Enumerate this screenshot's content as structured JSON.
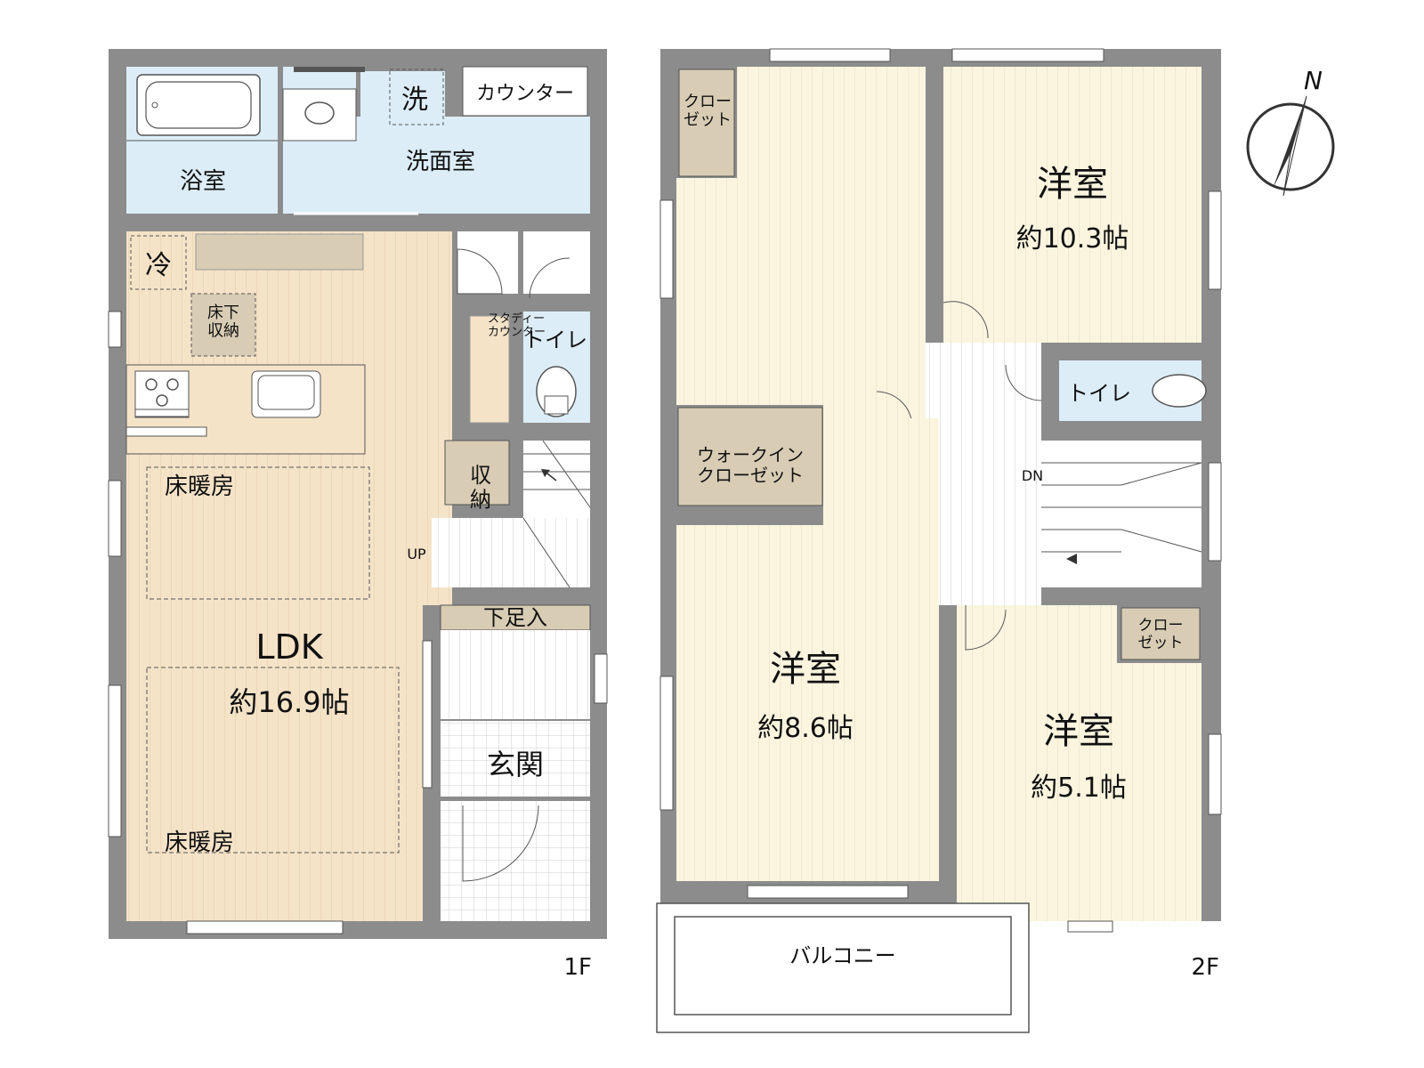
{
  "floor1": {
    "floor_label": "1F",
    "rooms": {
      "bathroom": "浴室",
      "washroom": "洗面室",
      "washer": "洗",
      "counter": "カウンター",
      "fridge": "冷",
      "underfloor_storage": "床下\n収納",
      "study_counter": "スタディー\nカウンター",
      "toilet": "トイレ",
      "storage": "収\n納",
      "floor_heating_1": "床暖房",
      "floor_heating_2": "床暖房",
      "ldk_name": "LDK",
      "ldk_size": "約16.9帖",
      "shoe_storage": "下足入",
      "entrance": "玄関",
      "stair_up": "UP"
    }
  },
  "floor2": {
    "floor_label": "2F",
    "rooms": {
      "closet_tl": "クロー\nゼット",
      "room_tr_name": "洋室",
      "room_tr_size": "約10.3帖",
      "walkin": "ウォークイン\nクローゼット",
      "toilet": "トイレ",
      "stair_dn": "DN",
      "room_c_name": "洋室",
      "room_c_size": "約8.6帖",
      "closet_br": "クロー\nゼット",
      "room_br_name": "洋室",
      "room_br_size": "約5.1帖",
      "balcony": "バルコニー"
    }
  },
  "compass": {
    "label": "N"
  },
  "colors": {
    "wall": "#8c8c8c",
    "ldk": "#f5e3c8",
    "bedroom": "#fbf5e0",
    "wet": "#dcedf7",
    "storage": "#d8ccb4",
    "stairs": "#ffffff"
  }
}
